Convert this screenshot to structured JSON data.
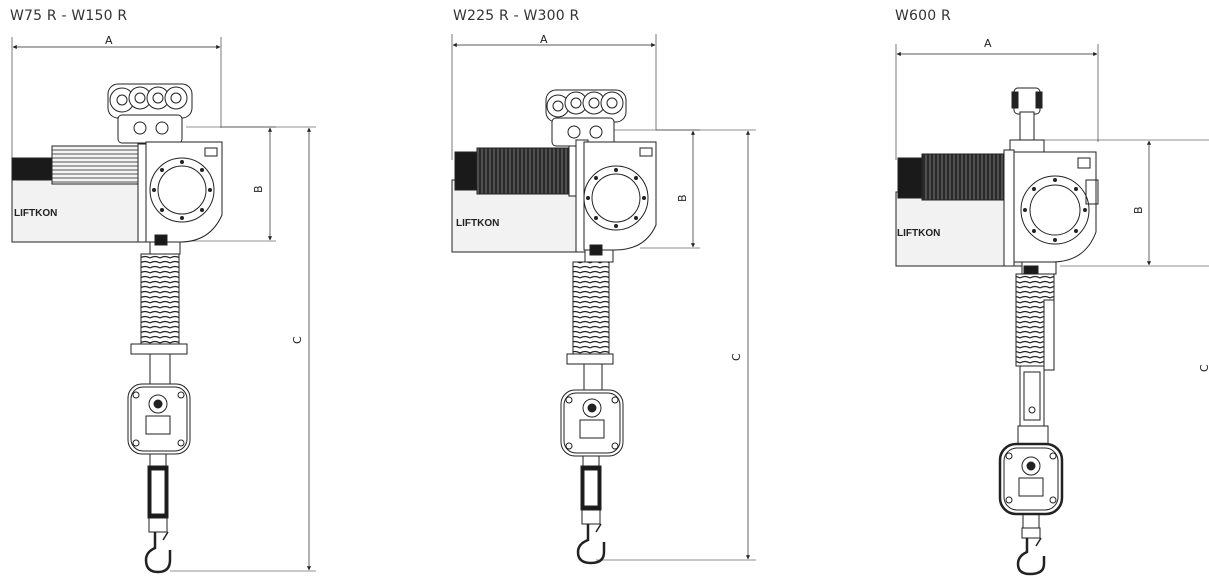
{
  "figure": {
    "models": [
      {
        "title": "W75 R - W150 R",
        "brand": "LIFTKON",
        "dim_a": "A",
        "dim_b": "B",
        "dim_c": "C"
      },
      {
        "title": "W225 R - W300 R",
        "brand": "LIFTKON",
        "dim_a": "A",
        "dim_b": "B",
        "dim_c": "C"
      },
      {
        "title": "W600 R",
        "brand": "LIFTKON",
        "dim_a": "A",
        "dim_b": "B",
        "dim_c": "C"
      }
    ],
    "colors": {
      "line": "#222222",
      "fill_light": "#f2f2f2",
      "fill_mid": "#dcdcdc",
      "fill_dark": "#1a1a1a"
    }
  }
}
